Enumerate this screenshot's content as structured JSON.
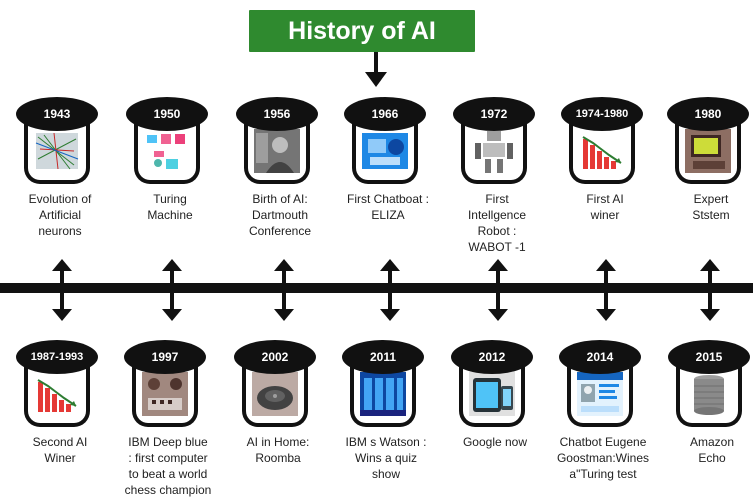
{
  "title": "History of AI",
  "top_events": [
    {
      "year": "1943",
      "label_lines": [
        "Evolution of",
        "Artificial",
        "neurons"
      ],
      "icon": "neuron-network-icon"
    },
    {
      "year": "1950",
      "label_lines": [
        "Turing",
        "Machine"
      ],
      "icon": "turing-test-icon"
    },
    {
      "year": "1956",
      "label_lines": [
        "Birth of AI:",
        "Dartmouth",
        "Conference"
      ],
      "icon": "scientist-photo-icon"
    },
    {
      "year": "1966",
      "label_lines": [
        "First Chatboat :",
        "ELIZA"
      ],
      "icon": "robot-chat-icon"
    },
    {
      "year": "1972",
      "label_lines": [
        "First",
        "Intellgence",
        "Robot :",
        "WABOT -1"
      ],
      "icon": "humanoid-robot-icon"
    },
    {
      "year": "1974-1980",
      "label_lines": [
        "First AI",
        "winer"
      ],
      "icon": "declining-chart-icon"
    },
    {
      "year": "1980",
      "label_lines": [
        "Expert",
        "Ststem"
      ],
      "icon": "computer-system-icon"
    }
  ],
  "bottom_events": [
    {
      "year": "1987-1993",
      "label_lines": [
        "Second AI",
        "Winer"
      ],
      "icon": "declining-chart-icon"
    },
    {
      "year": "1997",
      "label_lines": [
        "IBM Deep blue",
        ": first computer",
        "to beat a world",
        "chess champion"
      ],
      "icon": "chess-match-icon"
    },
    {
      "year": "2002",
      "label_lines": [
        "AI in Home:",
        "Roomba"
      ],
      "icon": "robot-vacuum-icon"
    },
    {
      "year": "2011",
      "label_lines": [
        "IBM s Watson :",
        "Wins a quiz",
        "show"
      ],
      "icon": "watson-servers-icon"
    },
    {
      "year": "2012",
      "label_lines": [
        "Google now"
      ],
      "icon": "devices-icon"
    },
    {
      "year": "2014",
      "label_lines": [
        "Chatbot Eugene",
        "Goostman:Wines",
        "a\"Turing test"
      ],
      "icon": "web-profile-icon"
    },
    {
      "year": "2015",
      "label_lines": [
        "Amazon",
        "Echo"
      ],
      "icon": "smart-speaker-icon"
    }
  ]
}
